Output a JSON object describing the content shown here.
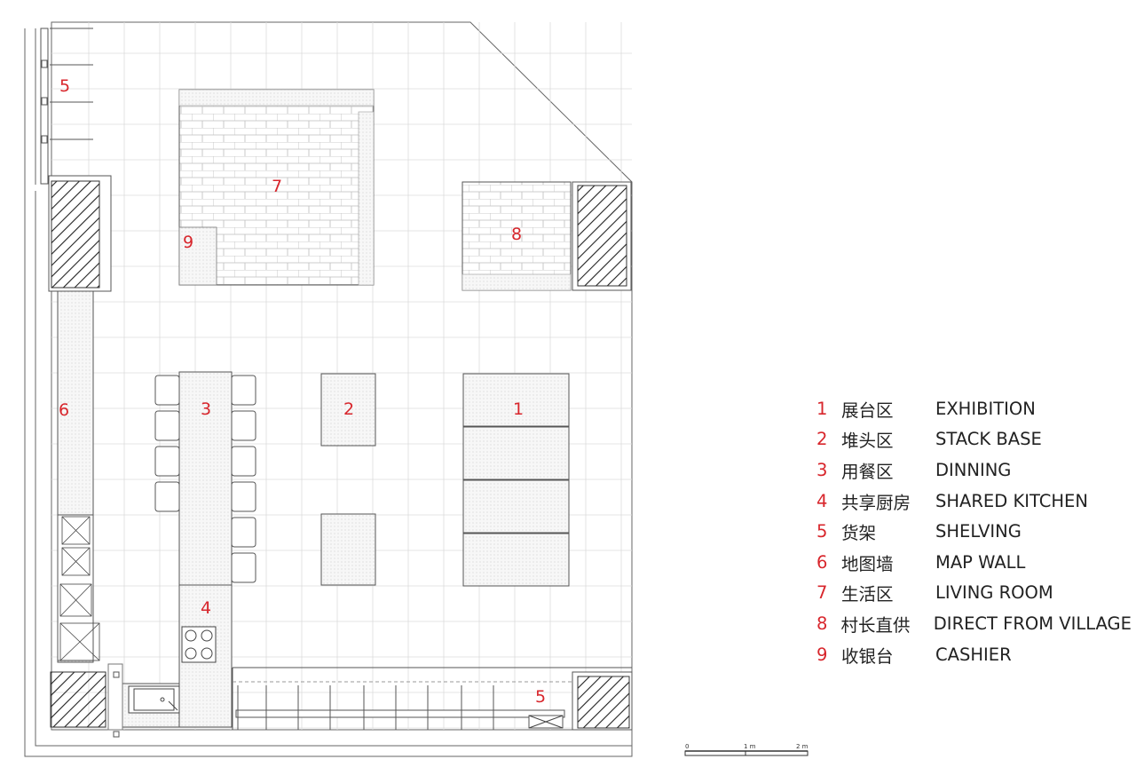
{
  "plan_labels": {
    "shelving_top": "5",
    "living_room": "7",
    "cashier": "9",
    "direct_village": "8",
    "map_wall": "6",
    "dinning": "3",
    "stack_base": "2",
    "exhibition": "1",
    "kitchen": "4",
    "shelving_bottom": "5"
  },
  "legend": [
    {
      "num": "1",
      "zh": "展台区",
      "en": "EXHIBITION"
    },
    {
      "num": "2",
      "zh": "堆头区",
      "en": "STACK BASE"
    },
    {
      "num": "3",
      "zh": "用餐区",
      "en": "DINNING"
    },
    {
      "num": "4",
      "zh": "共享厨房",
      "en": "SHARED KITCHEN"
    },
    {
      "num": "5",
      "zh": "货架",
      "en": "SHELVING"
    },
    {
      "num": "6",
      "zh": "地图墙",
      "en": "MAP WALL"
    },
    {
      "num": "7",
      "zh": "生活区",
      "en": "LIVING ROOM"
    },
    {
      "num": "8",
      "zh": "村长直供",
      "en": "DIRECT FROM VILLAGE"
    },
    {
      "num": "9",
      "zh": "收银台",
      "en": "CASHIER"
    }
  ],
  "scale_bar": {
    "zero": "0",
    "one": "1 m",
    "two": "2 m"
  },
  "colors": {
    "label_red": "#d8262c",
    "line": "#555555",
    "grid": "#d9d9d9"
  }
}
